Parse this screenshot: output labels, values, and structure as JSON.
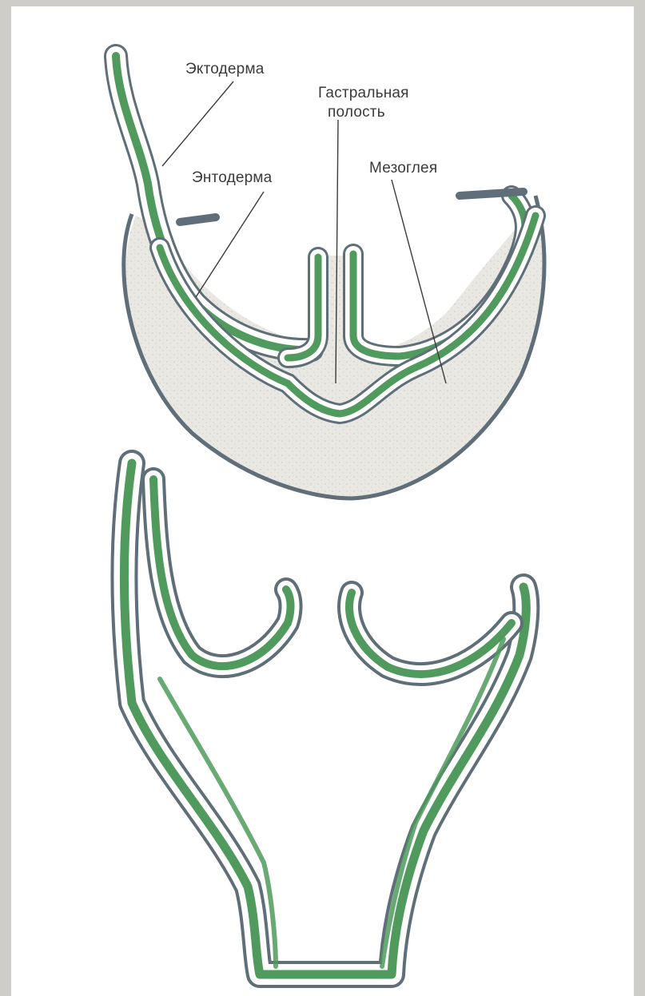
{
  "labels": {
    "ectoderm": "Эктодерма",
    "gastral_cavity_line1": "Гастральная",
    "gastral_cavity_line2": "полость",
    "endoderm": "Энтодерма",
    "mesoglea": "Мезоглея"
  },
  "colors": {
    "background_frame": "#cfcdc7",
    "background_canvas": "#ffffff",
    "ectoderm_layer": "#5f6e78",
    "endoderm_layer": "#4f9a5c",
    "mesoglea_fill": "#e7e6e1",
    "label_text": "#3b3b3b"
  }
}
